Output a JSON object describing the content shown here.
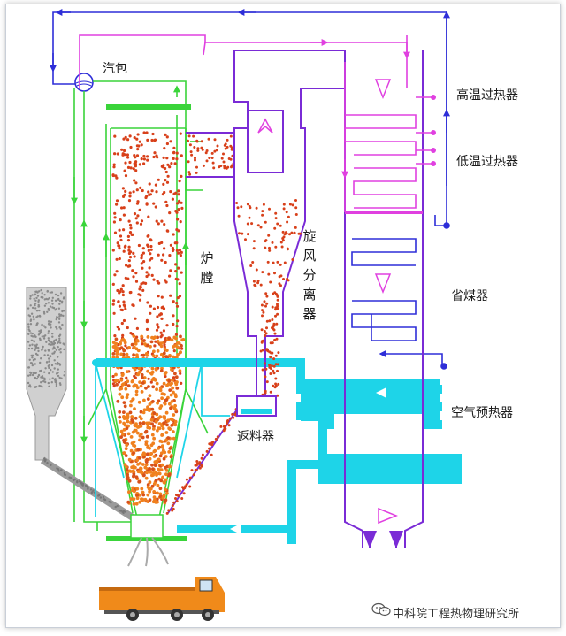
{
  "labels": {
    "drum": "汽包",
    "high_temp_superheater": "高温过热器",
    "low_temp_superheater": "低温过热器",
    "furnace": "炉膛",
    "cyclone_separator": "旋风分离器",
    "economizer": "省煤器",
    "air_preheater": "空气预热器",
    "loop_seal": "返料器"
  },
  "watermark": "中科院工程热物理研究所",
  "colors": {
    "water_steam": "#2e2ed8",
    "riser_green": "#3ad43a",
    "superheater": "#e040e0",
    "flue_gas": "#7a2bd6",
    "air": "#1ed4e8",
    "particles": "#e0501a",
    "coal": "#8a8a8a",
    "truck_body": "#f08a1a"
  }
}
